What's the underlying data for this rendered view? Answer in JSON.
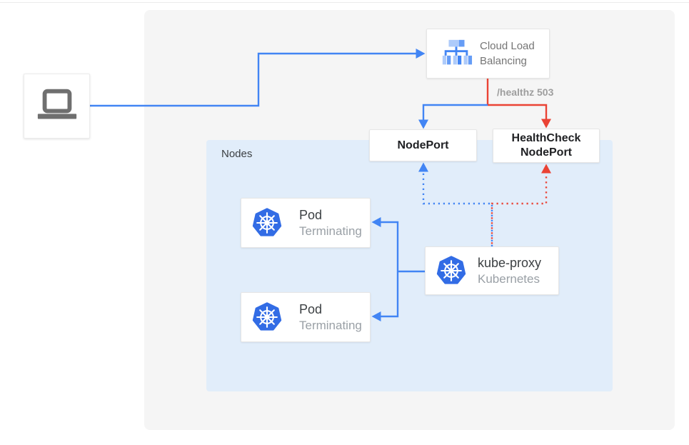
{
  "colors": {
    "blue": "#4285F4",
    "red": "#EA4335",
    "kubernetes_blue": "#326CE5",
    "icon_light_blue": "#AECBFA",
    "icon_mid_blue": "#669DF6",
    "laptop_gray": "#6F6F6F",
    "nodes_bg": "#E1EDFA",
    "canvas_bg": "#F5F5F5"
  },
  "diagram": {
    "client": {
      "icon": "laptop-icon"
    },
    "cloud_load_balancing": {
      "title": "Cloud Load Balancing",
      "icon": "cloud-load-balancing-icon"
    },
    "healthz_label": "/healthz 503",
    "nodeport": {
      "label": "NodePort"
    },
    "healthcheck_nodeport": {
      "label": "HealthCheck NodePort"
    },
    "nodes_group": {
      "label": "Nodes"
    },
    "pods": [
      {
        "title": "Pod",
        "subtitle": "Terminating"
      },
      {
        "title": "Pod",
        "subtitle": "Terminating"
      }
    ],
    "kube_proxy": {
      "title": "kube-proxy",
      "subtitle": "Kubernetes"
    }
  }
}
